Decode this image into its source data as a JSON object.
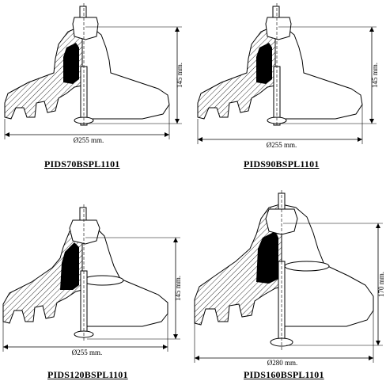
{
  "insulators": [
    {
      "model": "PIDS70BSPL1101",
      "height_label": "145 mm.",
      "diameter_label": "Ø255 mm."
    },
    {
      "model": "PIDS90BSPL1101",
      "height_label": "145 mm.",
      "diameter_label": "Ø255 mm."
    },
    {
      "model": "PIDS120BSPL1101",
      "height_label": "145 mm.",
      "diameter_label": "Ø255 mm."
    },
    {
      "model": "PIDS160BSPL1101",
      "height_label": "170 mm.",
      "diameter_label": "Ø280 mm."
    }
  ]
}
